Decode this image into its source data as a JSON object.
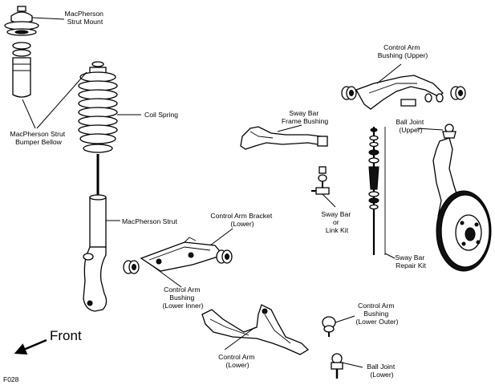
{
  "labels": {
    "strut_mount": [
      "MacPherson",
      "Strut Mount"
    ],
    "bumper_bellow": [
      "MacPherson Strut",
      "Bumper Bellow"
    ],
    "coil_spring": "Coil Spring",
    "strut": "MacPherson Strut",
    "arm_bracket": [
      "Control Arm Bracket",
      "(Lower)"
    ],
    "bushing_lower_inner": [
      "Control Arm",
      "Bushing",
      "(Lower Inner)"
    ],
    "control_arm_lower": [
      "Control Arm",
      "(Lower)"
    ],
    "sway_bar_bushing": [
      "Sway Bar",
      "Frame Bushing"
    ],
    "link_kit": [
      "Sway Bar",
      "or",
      "Link Kit"
    ],
    "bushing_upper": [
      "Control Arm",
      "Bushing (Upper)"
    ],
    "ball_joint_upper": [
      "Ball Joint",
      "(Upper)"
    ],
    "repair_kit": [
      "Sway Bar",
      "Repair Kit"
    ],
    "bushing_lower_outer": [
      "Control Arm",
      "Bushing",
      "(Lower Outer)"
    ],
    "ball_joint_lower": [
      "Ball Joint",
      "(Lower)"
    ]
  },
  "front": "Front",
  "figure_code": "F028",
  "icons": [
    "front-arrow-icon"
  ]
}
